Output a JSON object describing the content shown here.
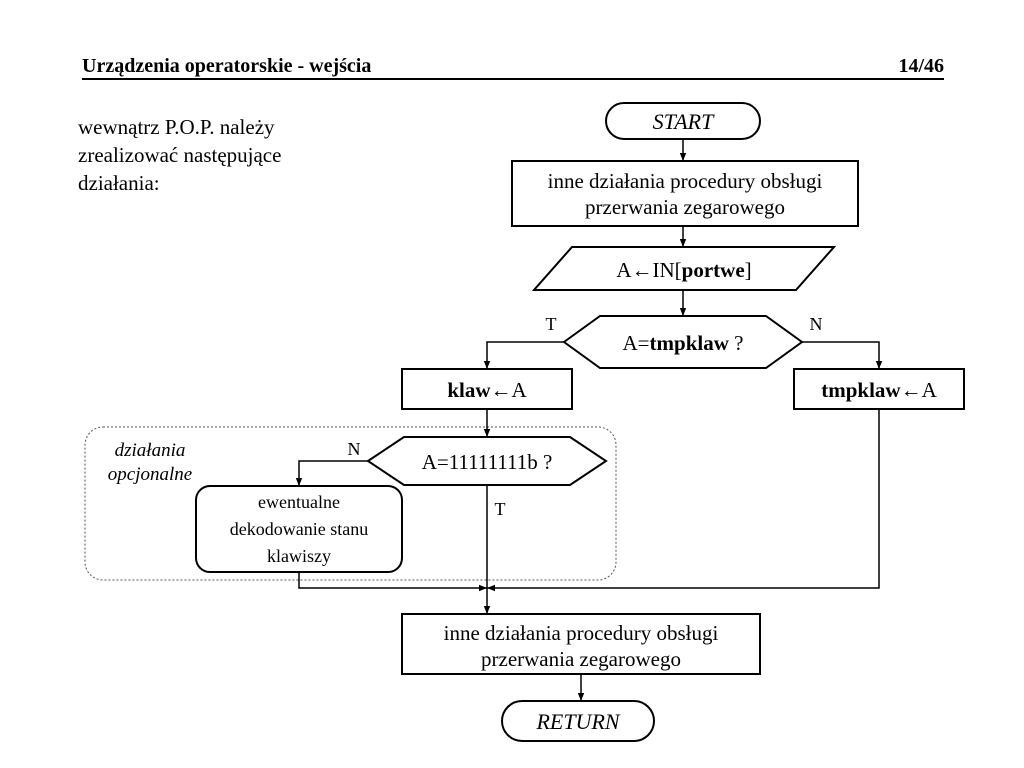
{
  "header": {
    "title": "Urządzenia operatorskie - wejścia",
    "page": "14/46"
  },
  "intro": {
    "lines": [
      "wewnątrz P.O.P. należy",
      "zrealizować następujące",
      "działania:"
    ]
  },
  "flowchart": {
    "start": "START",
    "process1": {
      "line1": "inne działania procedury obsługi",
      "line2": "przerwania zegarowego"
    },
    "input": {
      "prefix": "A←IN[",
      "bold": "portwe",
      "suffix": "]"
    },
    "decision1": {
      "prefix": "A=",
      "bold": "tmpklaw",
      "suffix": " ?",
      "yes": "T",
      "no": "N"
    },
    "assign_left": {
      "bold": "klaw",
      "suffix": "←A"
    },
    "assign_right": {
      "bold": "tmpklaw",
      "suffix": "←A"
    },
    "optional": {
      "line1": "działania",
      "line2": "opcjonalne"
    },
    "decision2": {
      "text": "A=11111111b ?",
      "no": "N",
      "yes": "T"
    },
    "decode": {
      "line1": "ewentualne",
      "line2": "dekodowanie stanu",
      "line3": "klawiszy"
    },
    "process2": {
      "line1": "inne działania procedury obsługi",
      "line2": "przerwania zegarowego"
    },
    "end": "RETURN"
  }
}
